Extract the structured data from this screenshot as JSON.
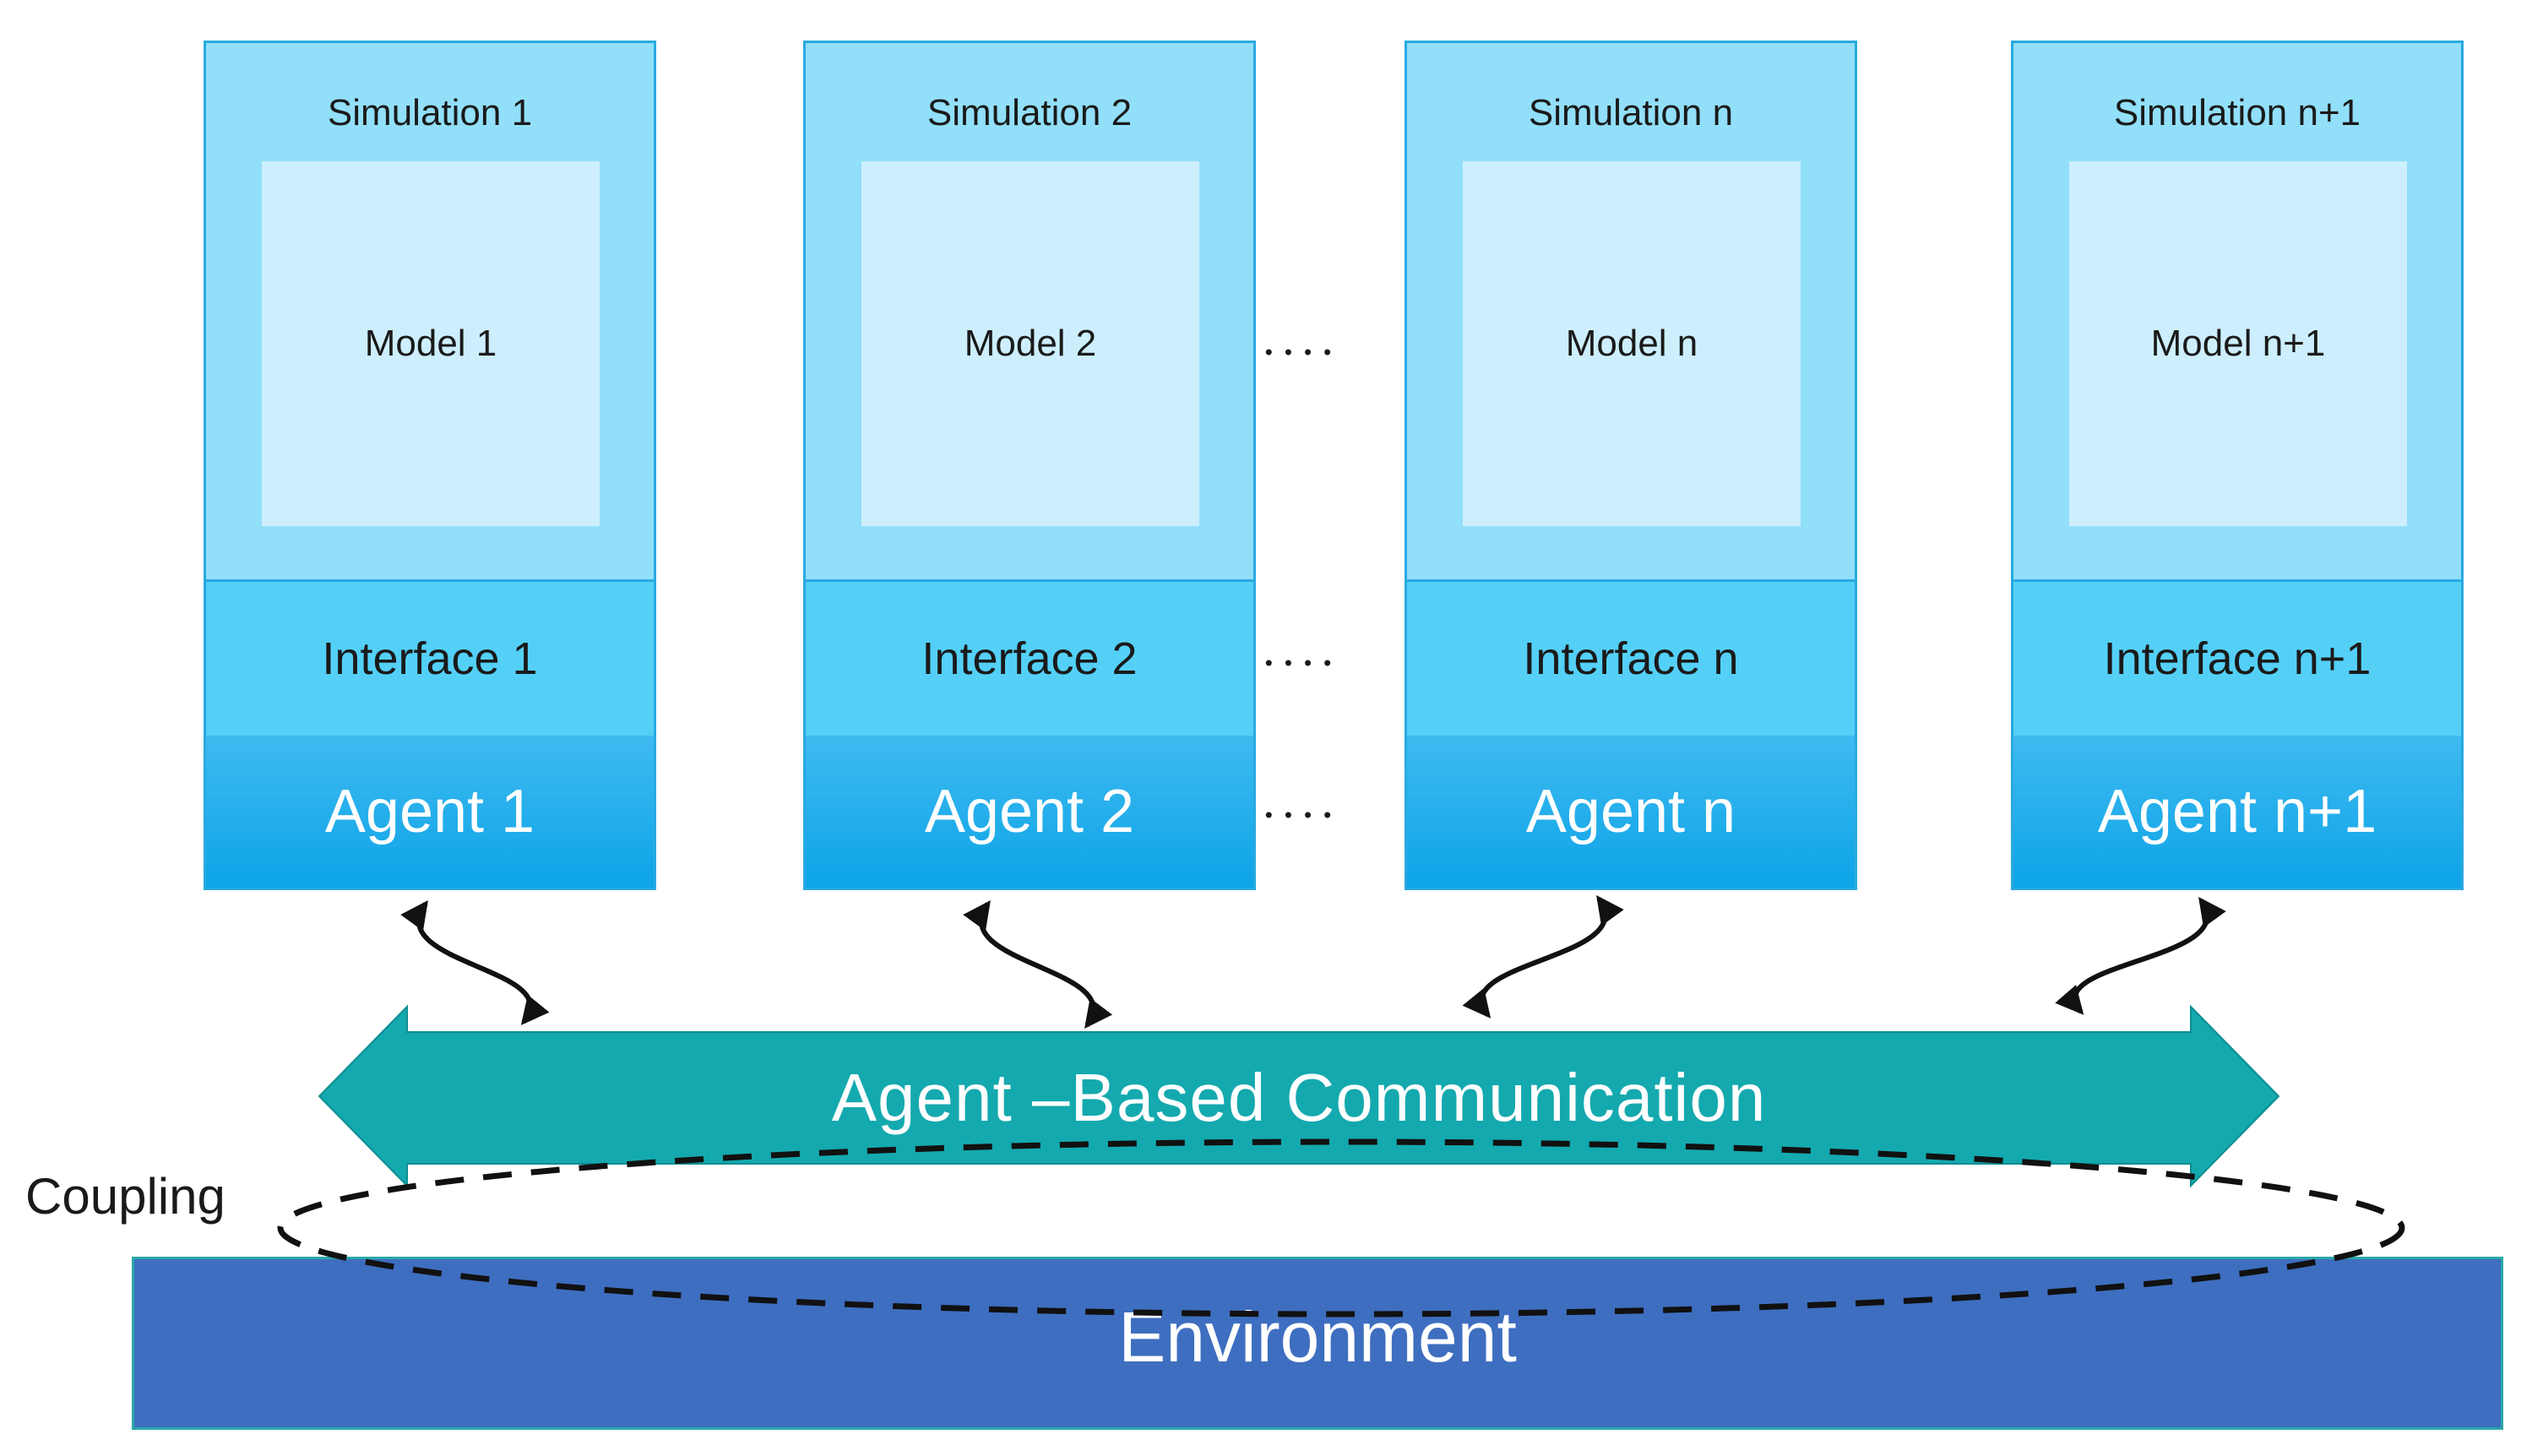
{
  "columns": [
    {
      "simulation": "Simulation 1",
      "model": "Model 1",
      "interface": "Interface 1",
      "agent": "Agent 1"
    },
    {
      "simulation": "Simulation 2",
      "model": "Model 2",
      "interface": "Interface 2",
      "agent": "Agent 2"
    },
    {
      "simulation": "Simulation n",
      "model": "Model n",
      "interface": "Interface n",
      "agent": "Agent n"
    },
    {
      "simulation": "Simulation n+1",
      "model": "Model n+1",
      "interface": "Interface n+1",
      "agent": "Agent n+1"
    }
  ],
  "ellipsis_dots": {
    "model_row": "••••",
    "interface_row": "••••",
    "agent_row": "••••"
  },
  "communication": {
    "label": "Agent –Based Communication"
  },
  "coupling": {
    "label": "Coupling"
  },
  "environment": {
    "label": "Environment"
  },
  "colors": {
    "simulation_fill": "#92dffa",
    "simulation_border": "#29a9e1",
    "model_fill": "#cdeffd",
    "interface_fill": "#54d0f7",
    "agent_gradient_top": "#3fbaf0",
    "agent_gradient_bottom": "#0da4e7",
    "communication_fill": "#14a9ae",
    "communication_edge": "#0d8d92",
    "environment_fill": "#3e6ec0",
    "environment_border": "#2aa8a8",
    "connector_color": "#111111",
    "text_dark": "#1a1a1a",
    "text_light": "#ffffff"
  }
}
